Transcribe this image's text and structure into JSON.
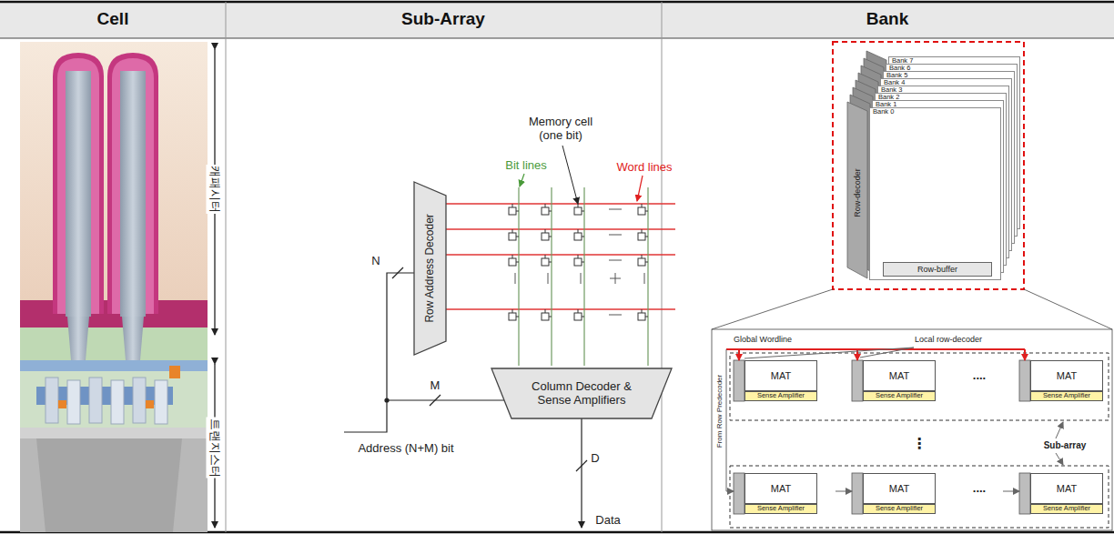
{
  "diagram": {
    "nodes": [
      {
        "text": [
          "Row Address Decoder"
        ]
      },
      {
        "text": [
          "Column Decoder & Sense Amplifiers"
        ]
      },
      {
        "text": [
          "Bank 7"
        ]
      },
      {
        "text": [
          "Bank 6"
        ]
      },
      {
        "text": [
          "Bank 5"
        ]
      },
      {
        "text": [
          "Bank 4"
        ]
      },
      {
        "text": [
          "Bank 3"
        ]
      },
      {
        "text": [
          "Bank 2"
        ]
      },
      {
        "text": [
          "Bank 1"
        ]
      },
      {
        "text": [
          "Bank 0"
        ]
      },
      {
        "text": [
          "Row-buffer"
        ],
        "in": 9
      },
      {
        "text": [
          "MAT"
        ]
      },
      {
        "text": [
          "Sense Amplifier"
        ]
      },
      {
        "text": [
          "MAT"
        ]
      },
      {
        "text": [
          "Sense Amplifier"
        ]
      },
      {
        "text": [
          "MAT"
        ]
      },
      {
        "text": [
          "Sense Amplifier"
        ]
      },
      {
        "text": [
          "MAT"
        ]
      },
      {
        "text": [
          "Sense Amplifier"
        ]
      },
      {
        "text": [
          "MAT"
        ]
      },
      {
        "text": [
          "Sense Amplifier"
        ]
      },
      {
        "text": [
          "MAT"
        ]
      },
      {
        "text": [
          "Sense Amplifier"
        ]
      }
    ],
    "labels": [
      "Cell",
      "Sub-Array",
      "Bank",
      "캐패시터",
      "트랜지스터",
      "Memory cell (one bit)",
      "Bit lines",
      "Word lines",
      "N",
      "M",
      "Address (N+M) bit",
      "D",
      "Data",
      "Row-decoder",
      "Global Wordline",
      "Local row-decoder",
      "From Row Predecoder",
      "....",
      "⋮",
      "....",
      "Sub-array"
    ]
  }
}
